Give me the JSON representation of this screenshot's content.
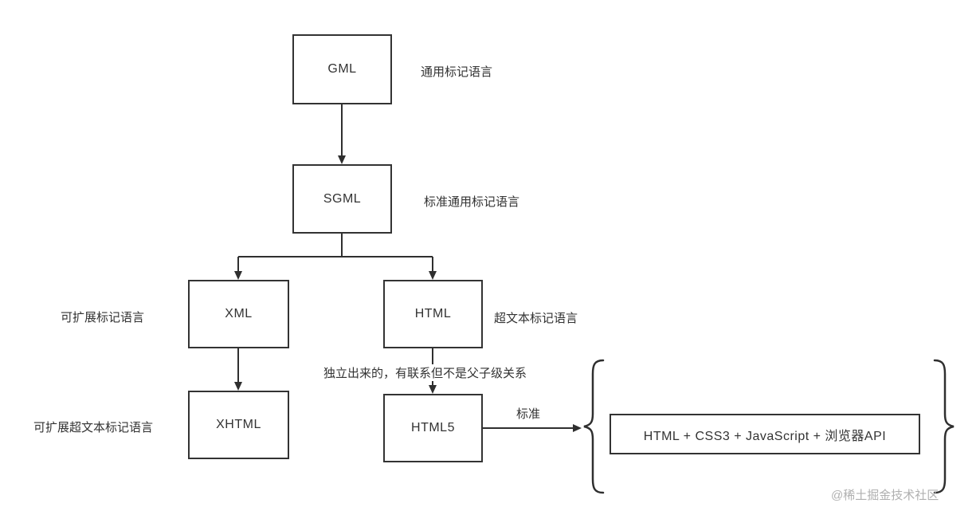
{
  "diagram": {
    "nodes": {
      "gml": {
        "label": "GML",
        "annotation": "通用标记语言"
      },
      "sgml": {
        "label": "SGML",
        "annotation": "标准通用标记语言"
      },
      "xml": {
        "label": "XML",
        "annotation": "可扩展标记语言"
      },
      "html": {
        "label": "HTML",
        "annotation": "超文本标记语言"
      },
      "xhtml": {
        "label": "XHTML",
        "annotation": "可扩展超文本标记语言"
      },
      "html5": {
        "label": "HTML5"
      },
      "standards": {
        "label": "HTML + CSS3 + JavaScript + 浏览器API"
      }
    },
    "edges": {
      "html_to_html5_note": "独立出来的，有联系但不是父子级关系",
      "html5_to_standards_label": "标准"
    },
    "colors": {
      "line": "#2f2f2f",
      "box_border": "#333333",
      "text": "#333333",
      "watermark": "#b0b0b0"
    },
    "watermark": "@稀土掘金技术社区"
  }
}
